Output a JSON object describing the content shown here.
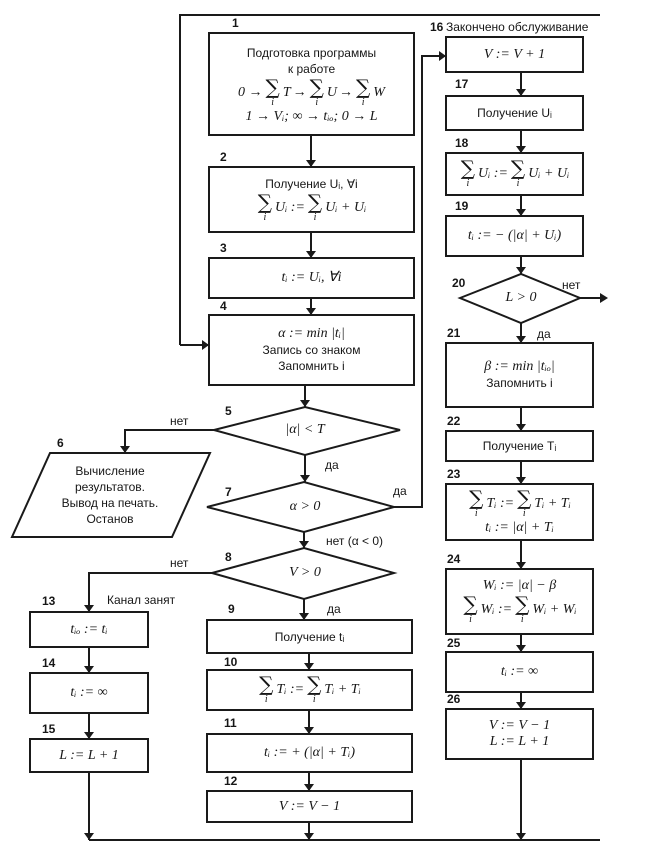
{
  "diagram": {
    "type": "flowchart",
    "blocks": {
      "b1": {
        "num": "1",
        "title": "Подготовка программы",
        "title2": "к работе",
        "f1a": "0 →",
        "f1b": "T",
        "f1c": "→",
        "f1d": "U",
        "f1e": "→",
        "f1f": "W",
        "f2": "1 → Vᵢ; ∞ → tᵢₒ; 0 → L"
      },
      "b2": {
        "num": "2",
        "title": "Получение Uᵢ, ∀i",
        "lhs": "Uᵢ :=",
        "rhs": "Uᵢ + Uᵢ"
      },
      "b3": {
        "num": "3",
        "text": "tᵢ := Uᵢ, ∀i"
      },
      "b4": {
        "num": "4",
        "f1": "α := min |tᵢ|",
        "l2": "Запись со знаком",
        "l3": "Запомнить i"
      },
      "b5": {
        "num": "5",
        "text": "|α| < T",
        "no": "нет",
        "yes": "да"
      },
      "b6": {
        "num": "6",
        "l1": "Вычисление",
        "l2": "результатов.",
        "l3": "Вывод на печать.",
        "l4": "Останов"
      },
      "b7": {
        "num": "7",
        "text": "α > 0",
        "yes": "да",
        "no": "нет (α < 0)"
      },
      "b8": {
        "num": "8",
        "text": "V > 0",
        "no": "нет",
        "yes": "да"
      },
      "b9": {
        "num": "9",
        "text": "Получение tᵢ"
      },
      "b10": {
        "num": "10",
        "lhs": "Tᵢ :=",
        "rhs": "Tᵢ + Tᵢ"
      },
      "b11": {
        "num": "11",
        "text": "tᵢ := + (|α| + Tᵢ)"
      },
      "b12": {
        "num": "12",
        "text": "V := V − 1"
      },
      "b13": {
        "num": "13",
        "text": "tᵢₒ := tᵢ",
        "note": "Канал занят"
      },
      "b14": {
        "num": "14",
        "text": "tᵢ := ∞"
      },
      "b15": {
        "num": "15",
        "text": "L := L + 1"
      },
      "b16": {
        "num": "16",
        "note": "Закончено обслуживание",
        "text": "V := V + 1"
      },
      "b17": {
        "num": "17",
        "text": "Получение Uᵢ"
      },
      "b18": {
        "num": "18",
        "lhs": "Uᵢ :=",
        "rhs": "Uᵢ + Uᵢ"
      },
      "b19": {
        "num": "19",
        "text": "tᵢ := − (|α| + Uᵢ)"
      },
      "b20": {
        "num": "20",
        "text": "L > 0",
        "no": "нет",
        "yes": "да"
      },
      "b21": {
        "num": "21",
        "f1": "β := min |tᵢₒ|",
        "l2": "Запомнить i"
      },
      "b22": {
        "num": "22",
        "text": "Получение Tᵢ"
      },
      "b23": {
        "num": "23",
        "lhs": "Tᵢ :=",
        "rhs": "Tᵢ + Tᵢ",
        "f2": "tᵢ := |α| + Tᵢ"
      },
      "b24": {
        "num": "24",
        "f1": "Wᵢ := |α| − β",
        "lhs": "Wᵢ :=",
        "rhs": "Wᵢ + Wᵢ"
      },
      "b25": {
        "num": "25",
        "text": "tᵢ := ∞"
      },
      "b26": {
        "num": "26",
        "l1": "V := V − 1",
        "l2": "L := L + 1"
      }
    },
    "sum_index": "i",
    "sum_symbol": "∑"
  }
}
